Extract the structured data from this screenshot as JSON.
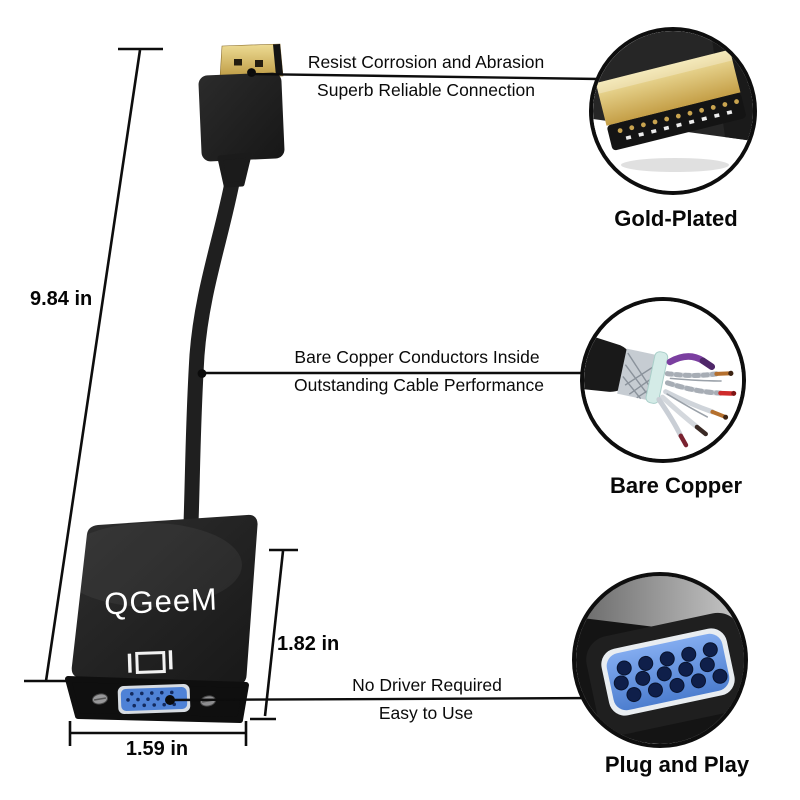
{
  "product": {
    "brand": "QGeeM"
  },
  "dimensions": {
    "overall_length": "9.84 in",
    "body_height": "1.82 in",
    "body_width": "1.59 in"
  },
  "annotations": {
    "hdmi": {
      "line1": "Resist Corrosion and Abrasion",
      "line2": "Superb Reliable Connection"
    },
    "cable": {
      "line1": "Bare Copper Conductors Inside",
      "line2": "Outstanding Cable Performance"
    },
    "vga": {
      "line1": "No Driver Required",
      "line2": "Easy to Use"
    }
  },
  "callouts": {
    "gold": "Gold-Plated",
    "copper": "Bare Copper",
    "plug": "Plug and Play"
  },
  "colors": {
    "background": "#ffffff",
    "device_black": "#1e1e1e",
    "gold": "#cfa850",
    "vga_blue": "#5e8fdd",
    "line": "#0d0d0d"
  }
}
